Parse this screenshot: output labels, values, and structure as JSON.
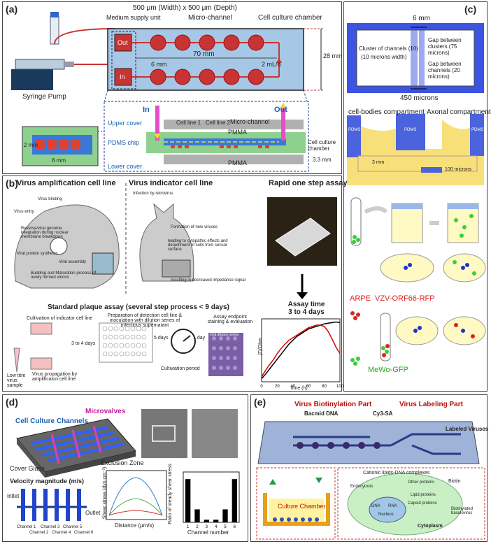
{
  "panel_a": {
    "label": "(a)",
    "dims": "500 μm (Width) x 500 μm (Depth)",
    "medium_supply": "Medium supply unit",
    "micro_channel": "Micro-channel",
    "cell_culture_chamber": "Cell culture chamber",
    "out": "Out",
    "in": "In",
    "syringe_pump": "Syringe Pump",
    "len_70": "70 mm",
    "len_6": "6 mm",
    "flow": "2 mL/h",
    "w_28": "28 mm",
    "sec_in": "In",
    "sec_out": "Out",
    "cell_line1": "Cell line 1",
    "cell_line2": "Cell line 2",
    "sec_microchannel": "Micro-channel",
    "upper_cover": "Upper cover",
    "pdms_chip": "PDMS chip",
    "lower_cover": "Lower cover",
    "pmma_top": "PMMA",
    "pmma_bottom": "PMMA",
    "cell_culture": "Cell culture chamber",
    "h_33": "3.3 mm",
    "inset_2mm": "2 mm",
    "inset_6mm": "6 mm"
  },
  "panel_b": {
    "label": "(b)",
    "amp_title": "Virus amplification cell line",
    "ind_title": "Virus indicator cell line",
    "rapid_title": "Rapid one step assay",
    "mouse_labels": [
      "Virus binding",
      "Virus entry",
      "Reverse/viral genome integration during nuclear membrane breakdown",
      "Viral protein synthesis",
      "Viral assembly",
      "Budding and Maturation process of newly formed virions"
    ],
    "cat_labels": [
      "Infection by retrovirus",
      "Formation of new viruses",
      "leading to cytopathic effects and detachment of cells from sensor surface",
      "resulting in decreased impedance signal"
    ],
    "plaque_title": "Standard plaque assay (several step process < 9 days)",
    "prep": "Preparation of detection cell line & inoculation with dilution series of infectious supernatant",
    "endpoint": "Assay endpoint staining & evaluation",
    "cultivation": "Cultivation of indicator cell line",
    "days_3_4": "3 to 4 days",
    "days_5": "5 days",
    "day_1": "1 day",
    "low_titre": "Low titre virus sample",
    "propagation": "Virus propagation by amplificaion cell line",
    "cult_period": "Cultiviation period",
    "dilution": "viral dilution series",
    "assay_time": "Assay time 3 to 4 days",
    "ylabel": "|Z|/Ohm",
    "xlabel": "time (h)",
    "xticks": [
      "0",
      "20",
      "40",
      "60",
      "80",
      "100"
    ]
  },
  "panel_c": {
    "label": "(c)",
    "w6": "6 mm",
    "cluster": "Cluster of channels (10)",
    "width10": "(10 microns width)",
    "gap_clusters": "Gap between clusters (75 microns)",
    "gap_channels": "Gap between channels (20 microns)",
    "w450": "450 microns",
    "cell_bodies": "cell-bodies compartment",
    "axonal": "Axonal compartment",
    "pdms": [
      "PDMS",
      "PDMS",
      "PDMS"
    ],
    "mm3": "3 mm",
    "um100": "100 microns",
    "arpe": "ARPE",
    "vzv": "VZV-ORF66-RFP",
    "mewo": "MeWo-GFP"
  },
  "panel_d": {
    "label": "(d)",
    "cell_channels": "Cell Culture Channels",
    "microvalves": "Microvalves",
    "cover_glass": "Cover Glass",
    "exclusion": "Exclusion Zone",
    "velocity": "Velocity magnitude (m/s)",
    "inlet": "Intlet",
    "outlet": "Outlet",
    "channels": [
      "Channel 1",
      "Channel 2",
      "Channel 3",
      "Channel 4",
      "Channel 5",
      "Channel 6"
    ],
    "shear_y": "Shear stress (dyn cm⁻²)",
    "dist_x": "Distance (μm/s)",
    "ratio_y": "Ratio of steady shear stress",
    "chan_x": "Channel number"
  },
  "panel_e": {
    "label": "(e)",
    "biotin_part": "Virus Biotinylation Part",
    "labeling_part": "Virus Labeling Part",
    "bacmid": "Bacmid DNA",
    "cy3": "Cy3-SA",
    "labeled": "Labeled Viruses",
    "culture": "Culture Chamber",
    "cationic": "Cationic lipids-DNA complexes",
    "endocytosis": "Endocytosis",
    "other_proteins": "Other proteins",
    "biotin": "Biotin",
    "dna": "DNA",
    "rna": "RNA",
    "lipid_proteins": "Lipid proteins",
    "capsid": "Capsid proteins",
    "biotinylated": "Biotinylated baculovirus",
    "cytoplasm": "Cytoplasm",
    "nucleus": "Nucleus"
  },
  "chart_data": [
    {
      "type": "line",
      "title": "",
      "xlabel": "time (h)",
      "ylabel": "|Z|/Ohm",
      "xlim": [
        0,
        100
      ],
      "series": [
        {
          "color": "#000000",
          "x": [
            0,
            5,
            10,
            15,
            20,
            25,
            30,
            35,
            40,
            45,
            50,
            55,
            60,
            65,
            70,
            75,
            80,
            85,
            90,
            95,
            100
          ],
          "y": [
            0.05,
            0.12,
            0.2,
            0.28,
            0.36,
            0.44,
            0.52,
            0.6,
            0.66,
            0.72,
            0.76,
            0.8,
            0.84,
            0.86,
            0.88,
            0.9,
            0.92,
            0.93,
            0.94,
            0.95,
            0.94
          ]
        },
        {
          "color": "#dd0000",
          "x": [
            0,
            5,
            10,
            15,
            20,
            25,
            30,
            35,
            40,
            45,
            50,
            55,
            60,
            65,
            70,
            75,
            80,
            85,
            90,
            95,
            100
          ],
          "y": [
            0.08,
            0.18,
            0.27,
            0.35,
            0.45,
            0.53,
            0.6,
            0.66,
            0.7,
            0.74,
            0.78,
            0.82,
            0.86,
            0.88,
            0.9,
            0.9,
            0.88,
            0.8,
            0.68,
            0.55,
            0.45
          ]
        }
      ]
    },
    {
      "type": "bar",
      "title": "",
      "xlabel": "Channel number",
      "ylabel": "Ratio of steady shear stress",
      "categories": [
        "1",
        "2",
        "3",
        "4",
        "5",
        "6"
      ],
      "values": [
        1.0,
        0.3,
        0.06,
        0.06,
        0.3,
        1.0
      ],
      "ylim": [
        0,
        1.1
      ]
    }
  ]
}
